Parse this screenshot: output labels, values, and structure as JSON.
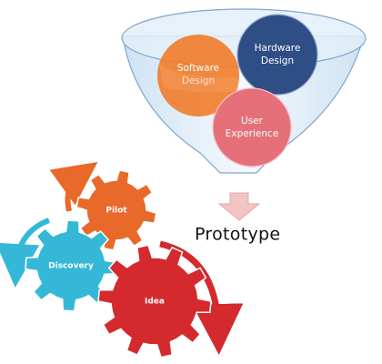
{
  "funnel": {
    "circles": [
      {
        "id": "software",
        "line1": "Software",
        "line2": "Design"
      },
      {
        "id": "hardware",
        "line1": "Hardware",
        "line2": "Design"
      },
      {
        "id": "ux",
        "line1": "User",
        "line2": "Experience"
      }
    ]
  },
  "output_label": "Prototype",
  "gears": [
    {
      "id": "pilot",
      "label": "Pilot"
    },
    {
      "id": "discovery",
      "label": "Discovery"
    },
    {
      "id": "idea",
      "label": "Idea"
    }
  ],
  "colors": {
    "funnel_fill": "#dbeaf6",
    "funnel_stroke": "#7ea6cc",
    "software": "#f07f2e",
    "hardware": "#2f4e85",
    "ux": "#e5707a",
    "arrow_down": "#f2c4c4",
    "pilot": "#e8692a",
    "discovery": "#35b8d8",
    "idea": "#d42a2e"
  }
}
